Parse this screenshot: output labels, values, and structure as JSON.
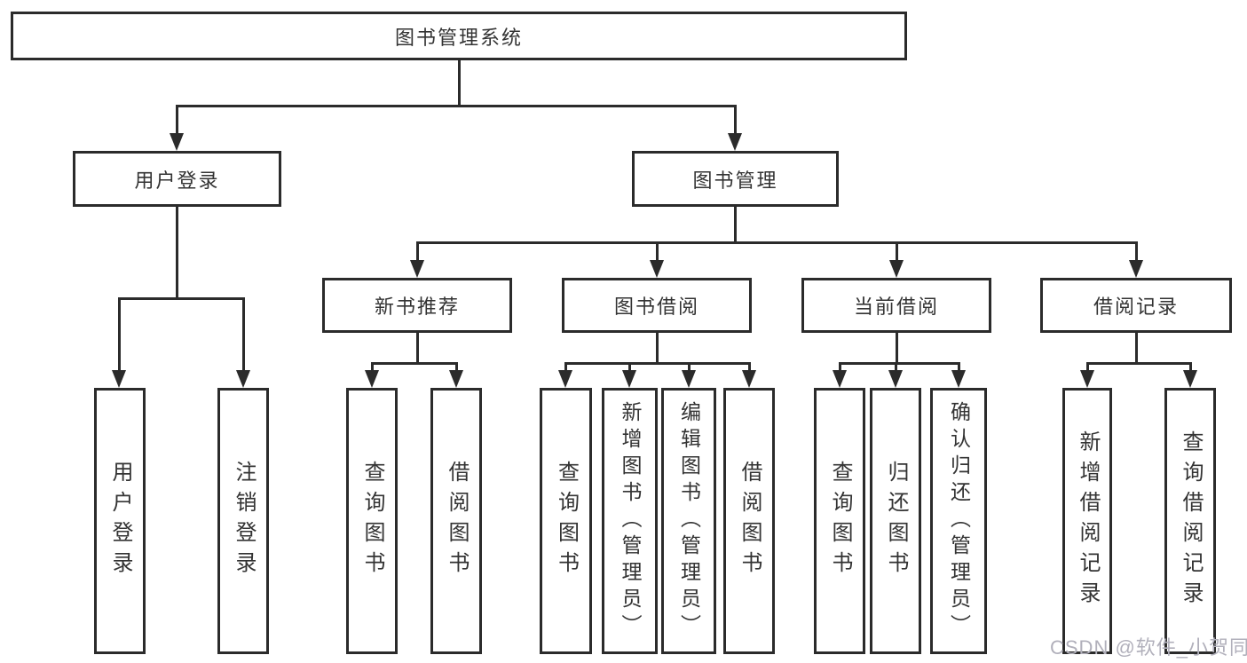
{
  "tree": {
    "root": {
      "label": "图书管理系统"
    },
    "branches": [
      {
        "label": "用户登录",
        "children": [
          {
            "label": "用户登录"
          },
          {
            "label": "注销登录"
          }
        ]
      },
      {
        "label": "图书管理",
        "children": [
          {
            "label": "新书推荐",
            "children": [
              {
                "label": "查询图书"
              },
              {
                "label": "借阅图书"
              }
            ]
          },
          {
            "label": "图书借阅",
            "children": [
              {
                "label": "查询图书"
              },
              {
                "label": "新增图书（管理员）"
              },
              {
                "label": "编辑图书（管理员）"
              },
              {
                "label": "借阅图书"
              }
            ]
          },
          {
            "label": "当前借阅",
            "children": [
              {
                "label": "查询图书"
              },
              {
                "label": "归还图书"
              },
              {
                "label": "确认归还（管理员）"
              }
            ]
          },
          {
            "label": "借阅记录",
            "children": [
              {
                "label": "新增借阅记录"
              },
              {
                "label": "查询借阅记录"
              }
            ]
          }
        ]
      }
    ]
  },
  "watermark": "CSDN @软件_小贺同学",
  "colors": {
    "line": "#2b2b2b",
    "box_border": "#2b2b2b",
    "text": "#333333",
    "watermark": "#b1b0bb",
    "background": "#ffffff"
  }
}
